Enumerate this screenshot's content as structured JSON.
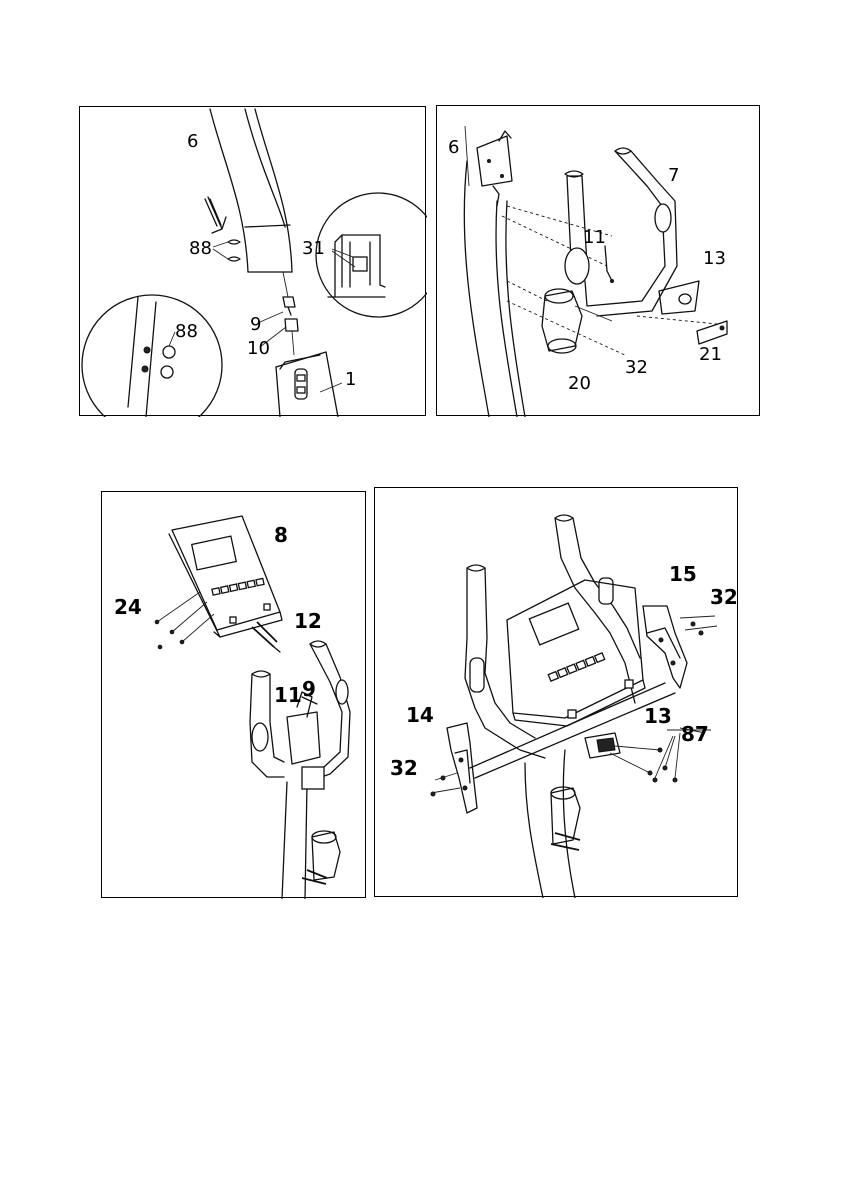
{
  "figure1": {
    "labels": {
      "tube_upper": "6",
      "sleeve_magnet": "31",
      "washer_pair": "88",
      "detail_washer": "88",
      "cable_upper": "9",
      "cable_lower": "10",
      "frame_main": "1"
    }
  },
  "figure2": {
    "labels": {
      "tube_upper": "6",
      "handlebar": "7",
      "handlebar_cable": "11",
      "cover_front": "13",
      "bottle_holder": "20",
      "screws": "32",
      "knob": "21"
    }
  },
  "figure3": {
    "labels": {
      "console": "8",
      "screws": "24",
      "console_cable": "12",
      "cable_a": "11",
      "cable_b": "9"
    }
  },
  "figure4": {
    "labels": {
      "cover_right": "15",
      "screws_right": "32",
      "cover_left": "14",
      "screws_left": "32",
      "cover_front": "13",
      "screws_front": "87"
    }
  }
}
